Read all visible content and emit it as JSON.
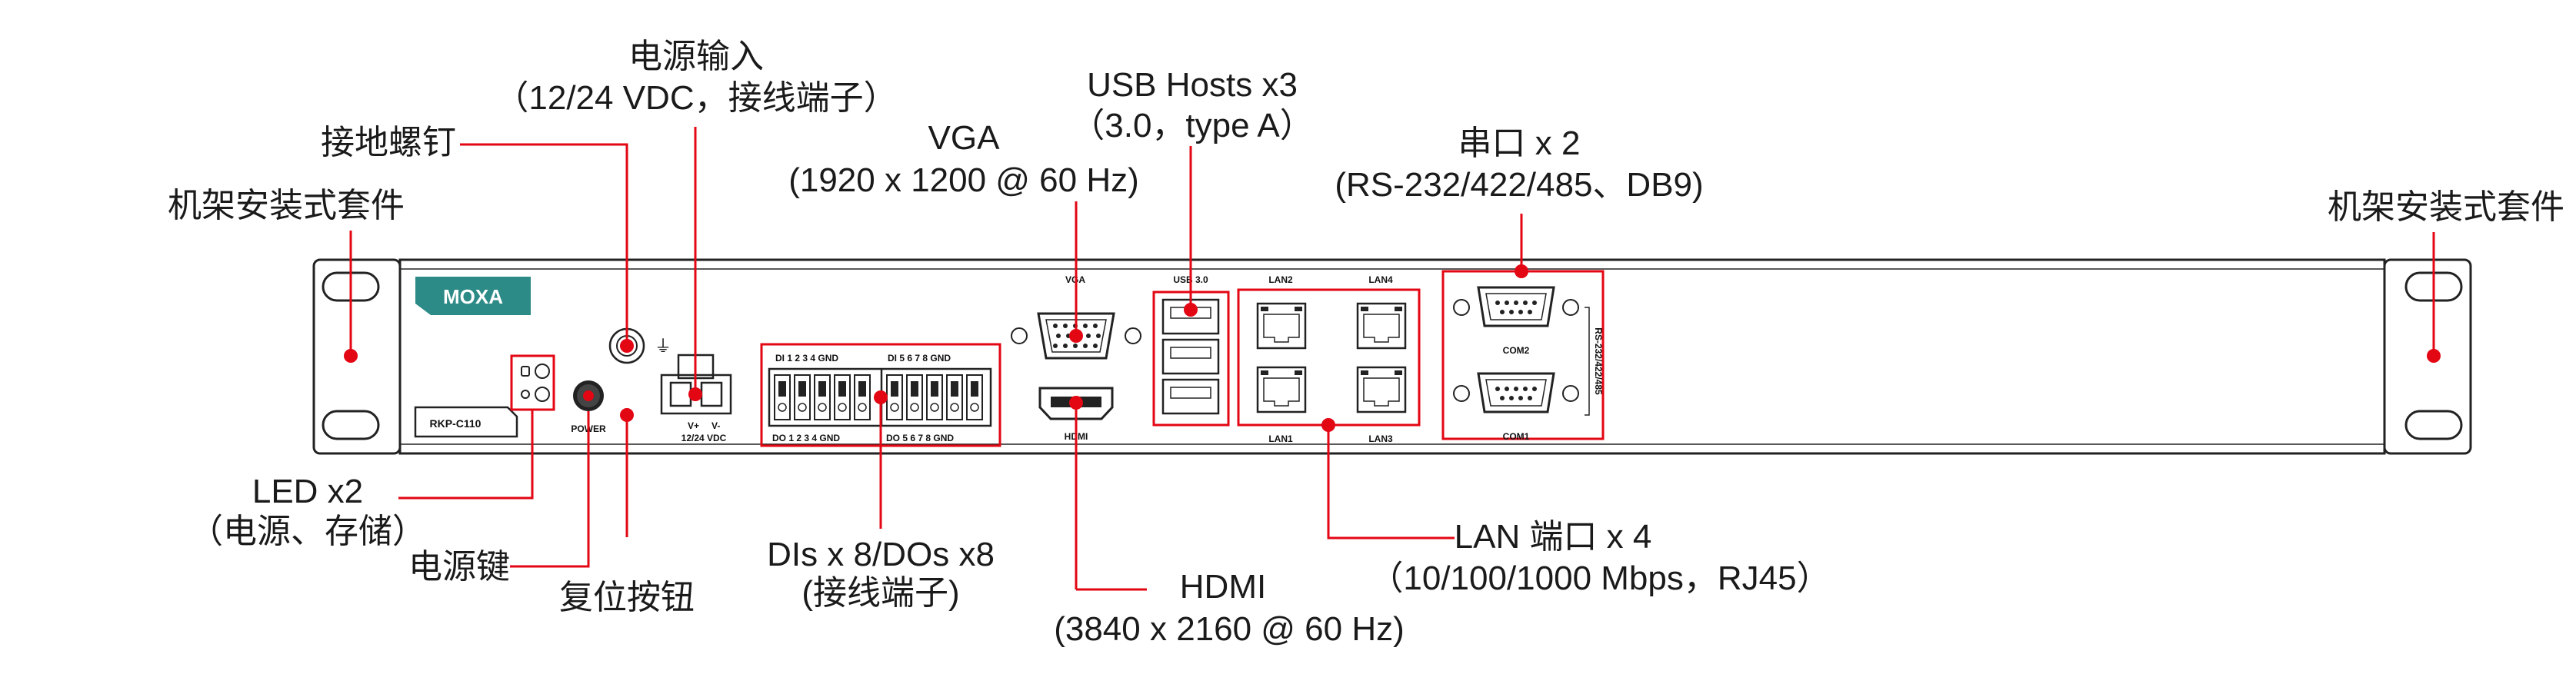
{
  "brand": {
    "logo": "MOXA",
    "model": "RKP-C110"
  },
  "colors": {
    "callout": "#e30613",
    "outline": "#222222",
    "logo_bg": "#2c8a87",
    "panel_bg": "#ffffff"
  },
  "device_labels": {
    "vga": "VGA",
    "usb": "USB 3.0",
    "hdmi": "HDMI",
    "lan1": "LAN1",
    "lan2": "LAN2",
    "lan3": "LAN3",
    "lan4": "LAN4",
    "com1": "COM1",
    "com2": "COM2",
    "com_vertical": "RS-232/422/485",
    "power": "POWER",
    "vplus": "V+",
    "vminus": "V-",
    "vdc": "12/24 VDC",
    "di_row1": "DI  1   2   3   4  GND",
    "di_row2": "DI  5   6   7   8  GND",
    "do_row1": "DO 1   2   3   4  GND",
    "do_row2": "DO 5   6   7   8  GND"
  },
  "callouts": {
    "rack_left": "机架安装式套件",
    "rack_right": "机架安装式套件",
    "ground_screw": "接地螺钉",
    "power_input_title": "电源输入",
    "power_input_detail": "（12/24 VDC，接线端子）",
    "vga_title": "VGA",
    "vga_detail": "(1920 x 1200 @ 60 Hz)",
    "usb_title": "USB Hosts x3",
    "usb_detail": "（3.0，type A）",
    "serial_title": "串口 x 2",
    "serial_detail": "(RS-232/422/485、DB9)",
    "led_title": "LED x2",
    "led_detail": "（电源、存储）",
    "power_key": "电源键",
    "reset": "复位按钮",
    "dio_title": "DIs x 8/DOs x8",
    "dio_detail": "(接线端子)",
    "hdmi_title": "HDMI",
    "hdmi_detail": "(3840 x 2160 @ 60 Hz)",
    "lan_title": "LAN 端口 x 4",
    "lan_detail": "（10/100/1000 Mbps，RJ45）"
  }
}
